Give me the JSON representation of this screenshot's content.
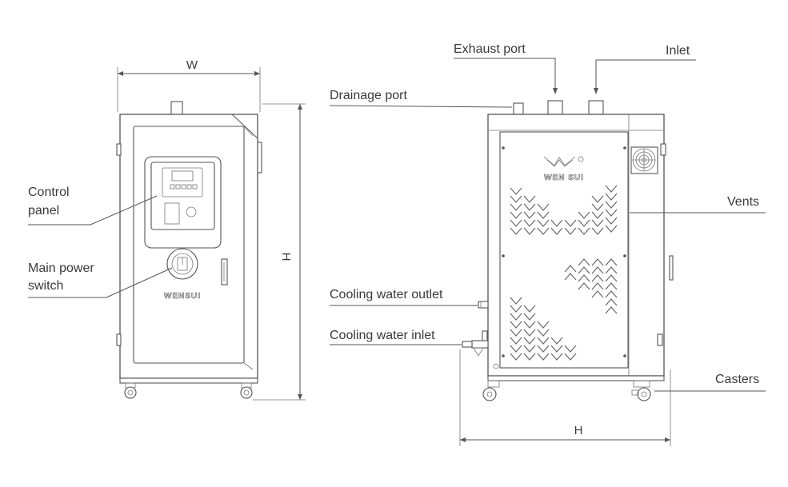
{
  "labels": {
    "exhaust_port": "Exhaust port",
    "inlet": "Inlet",
    "drainage_port": "Drainage port",
    "control_panel_l1": "Control",
    "control_panel_l2": "panel",
    "main_power_l1": "Main power",
    "main_power_l2": "switch",
    "vents": "Vents",
    "cooling_water_outlet": "Cooling water outlet",
    "cooling_water_inlet": "Cooling water inlet",
    "casters": "Casters"
  },
  "dimensions": {
    "front_width": "W",
    "front_height": "H",
    "side_depth": "H"
  },
  "brand": {
    "front_logo": "WENSUI",
    "side_logo": "WEN SUI"
  }
}
